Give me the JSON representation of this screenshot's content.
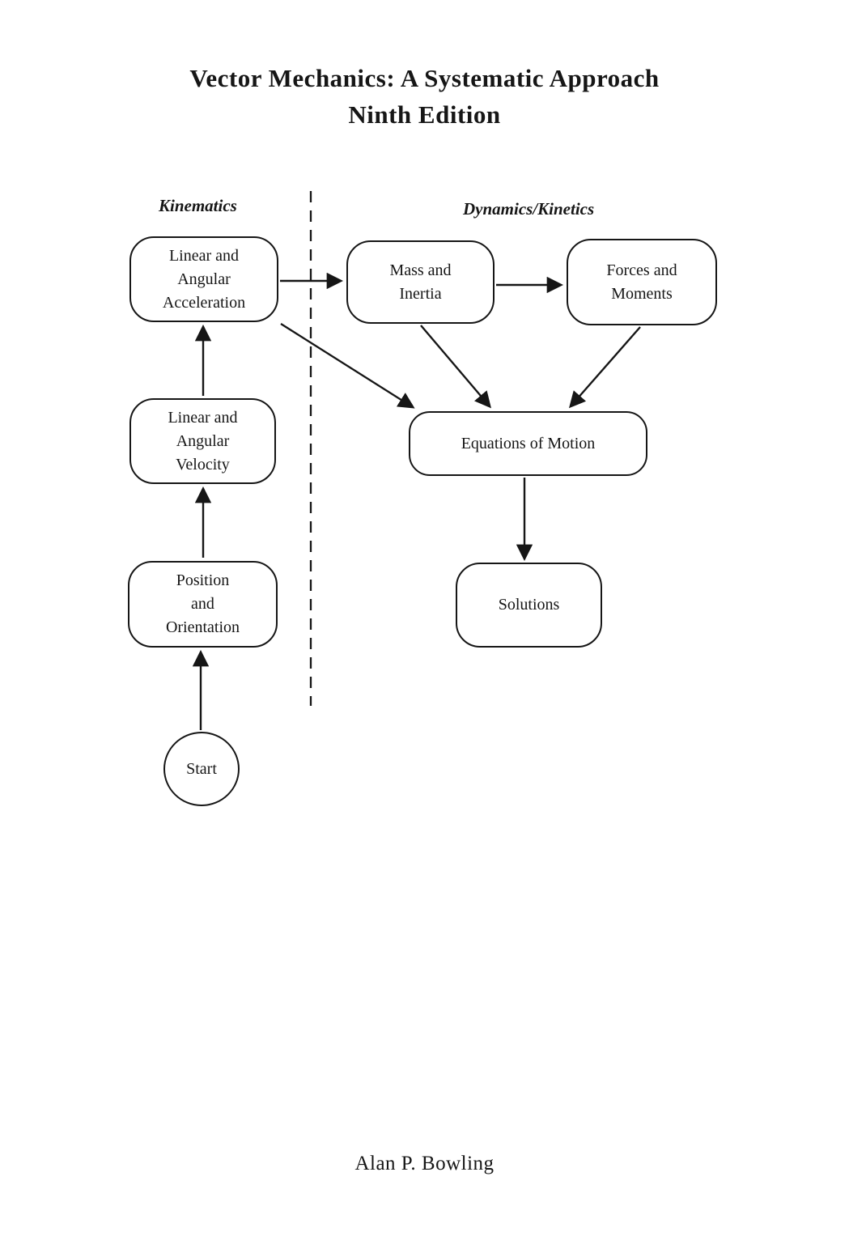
{
  "page": {
    "title_line1": "Vector Mechanics: A Systematic Approach",
    "title_line2": "Ninth Edition",
    "author": "Alan P. Bowling"
  },
  "diagram": {
    "section_labels": {
      "left": "Kinematics",
      "right": "Dynamics/Kinetics"
    },
    "nodes": {
      "start": "Start",
      "position": "Position\nand\nOrientation",
      "velocity": "Linear and\nAngular\nVelocity",
      "acceleration": "Linear and\nAngular\nAcceleration",
      "mass": "Mass and\nInertia",
      "forces": "Forces and\nMoments",
      "eom": "Equations of Motion",
      "solutions": "Solutions"
    },
    "connections": [
      {
        "from": "Start",
        "to": "Position and Orientation"
      },
      {
        "from": "Position and Orientation",
        "to": "Linear and Angular Velocity"
      },
      {
        "from": "Linear and Angular Velocity",
        "to": "Linear and Angular Acceleration"
      },
      {
        "from": "Linear and Angular Acceleration",
        "to": "Mass and Inertia"
      },
      {
        "from": "Mass and Inertia",
        "to": "Forces and Moments"
      },
      {
        "from": "Linear and Angular Acceleration",
        "to": "Equations of Motion"
      },
      {
        "from": "Mass and Inertia",
        "to": "Equations of Motion"
      },
      {
        "from": "Forces and Moments",
        "to": "Equations of Motion"
      },
      {
        "from": "Equations of Motion",
        "to": "Solutions"
      }
    ],
    "colors": {
      "ink": "#161616",
      "background": "#ffffff"
    }
  }
}
